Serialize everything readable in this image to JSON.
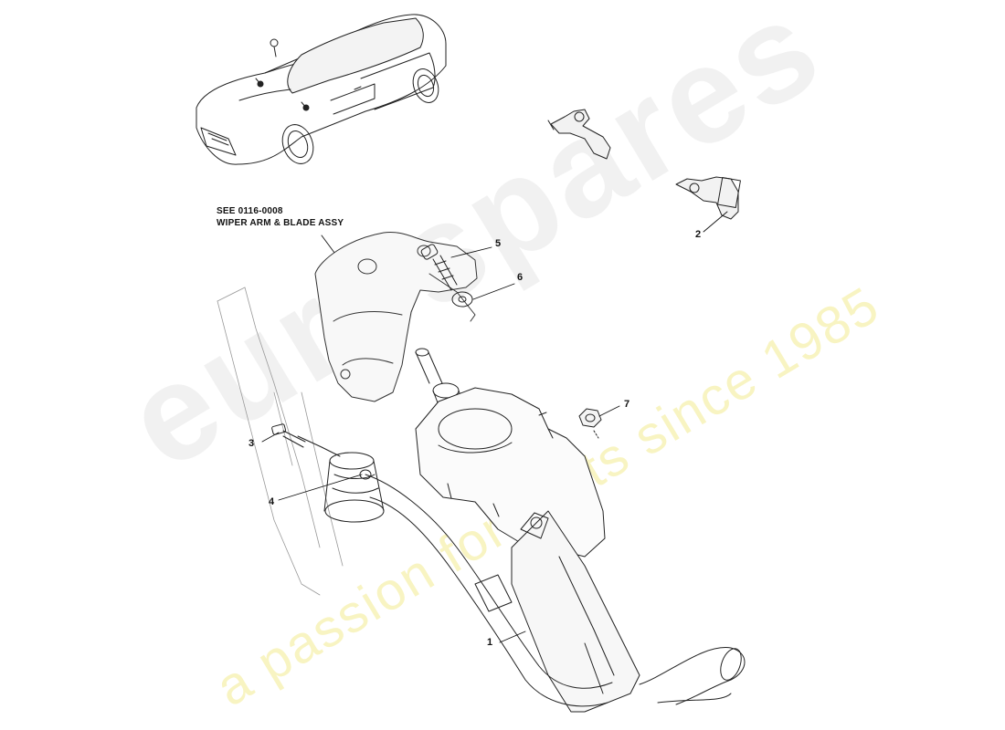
{
  "diagram": {
    "note_line1": "SEE 0116-0008",
    "note_line2": "WIPER ARM & BLADE ASSY",
    "callouts": [
      "1",
      "2",
      "3",
      "4",
      "5",
      "6",
      "7"
    ]
  },
  "watermark": {
    "brand": "eurospares",
    "tagline": "a passion for parts since 1985"
  }
}
